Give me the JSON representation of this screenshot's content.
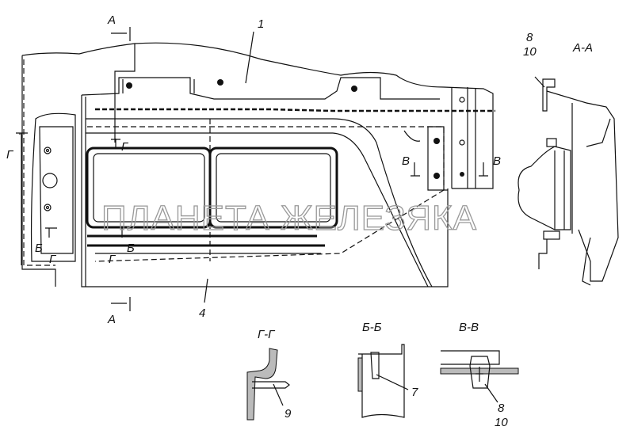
{
  "title": "Установка фары (технический чертеж)",
  "watermark": "ПЛАНЕТА ЖЕЛЕЗЯКА",
  "main_view": {
    "section_marks": {
      "a_top": "А",
      "a_bottom": "А",
      "g_left": "Г",
      "g_inner": "Г",
      "g_bottom_1": "Г",
      "g_bottom_2": "Г",
      "b_left": "Б",
      "b_inner": "Б",
      "v_left": "В",
      "v_right": "В"
    },
    "callouts": {
      "part_1": "1",
      "part_4": "4"
    }
  },
  "section_aa": {
    "title": "А-А",
    "callout_top": "8",
    "callout_bottom": "10"
  },
  "section_gg": {
    "title": "Г-Г",
    "callout": "9"
  },
  "section_bb": {
    "title": "Б-Б",
    "callout": "7"
  },
  "section_vv": {
    "title": "В-В",
    "callout_top": "8",
    "callout_bottom": "10"
  }
}
